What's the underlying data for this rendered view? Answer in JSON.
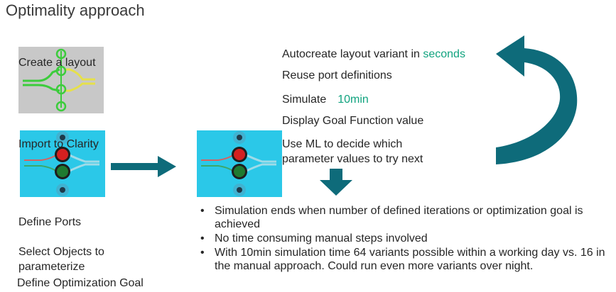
{
  "slide": {
    "title": "Optimality approach",
    "left_steps": {
      "create_layout": "Create a layout",
      "import_clarity": "Import to Clarity",
      "define_ports": "Define Ports",
      "select_objects_line1": "Select Objects to",
      "select_objects_line2": "parameterize",
      "define_goal": "Define Optimization Goal"
    },
    "loop_steps": {
      "autocreate_text": "Autocreate layout variant in ",
      "autocreate_accent": "seconds",
      "reuse_ports": "Reuse port definitions",
      "simulate_text": "Simulate",
      "simulate_accent": "10min",
      "display_goal": "Display Goal Function value",
      "use_ml_line1": "Use ML to decide which",
      "use_ml_line2": "parameter values to try next"
    },
    "bullets": [
      "Simulation ends when number of defined iterations or optimization goal is achieved",
      "No time consuming manual steps involved",
      "With 10min simulation time 64 variants possible within a working day vs. 16 in the manual approach. Could run even more variants over night."
    ],
    "colors": {
      "accent": "#10a37f",
      "arrow": "#0e6b7a",
      "thumb_cyan": "#2bc8e8",
      "thumb_gray": "#c8c8c8"
    }
  }
}
